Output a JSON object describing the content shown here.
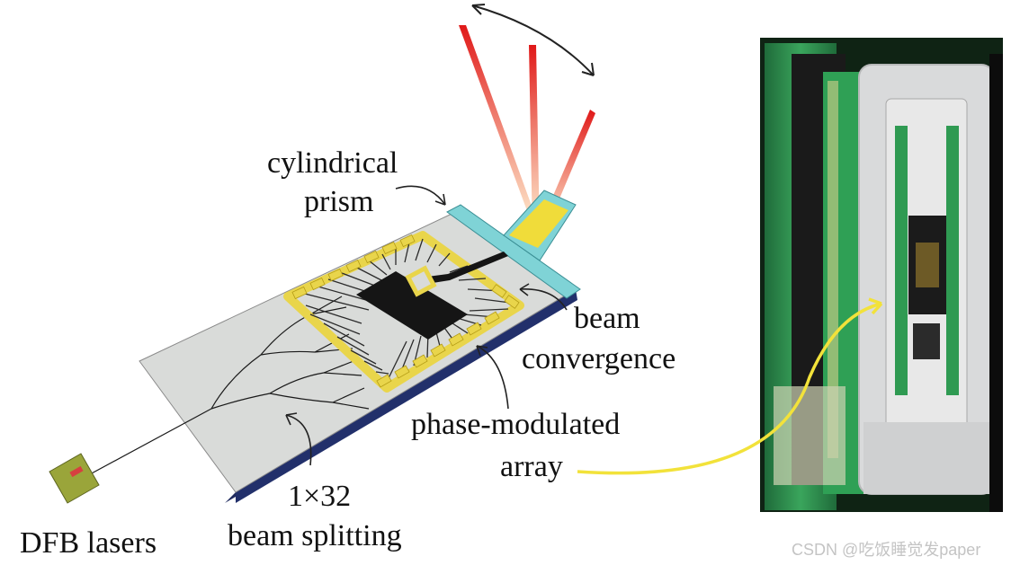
{
  "labels": {
    "cylindrical_line1": "cylindrical",
    "cylindrical_line2": "prism",
    "beam_line1": "beam",
    "beam_line2": "convergence",
    "phase_line1": "phase-modulated",
    "phase_line2": "array",
    "splitting_line1": "1×32",
    "splitting_line2": "beam splitting",
    "dfb": "DFB lasers"
  },
  "watermark": "CSDN @吃饭睡觉发paper",
  "colors": {
    "chip_surface": "#d9dbd9",
    "chip_substrate": "#1f2a5e",
    "electrode_gold": "#e9d54b",
    "prism_cyan": "#7fd3d6",
    "beam_red": "#e02020",
    "pointer_yellow": "#f2e23a",
    "pcb_green": "#2f9a52"
  },
  "icons": [
    "curved-arrow-icon",
    "laser-beam-icon"
  ]
}
